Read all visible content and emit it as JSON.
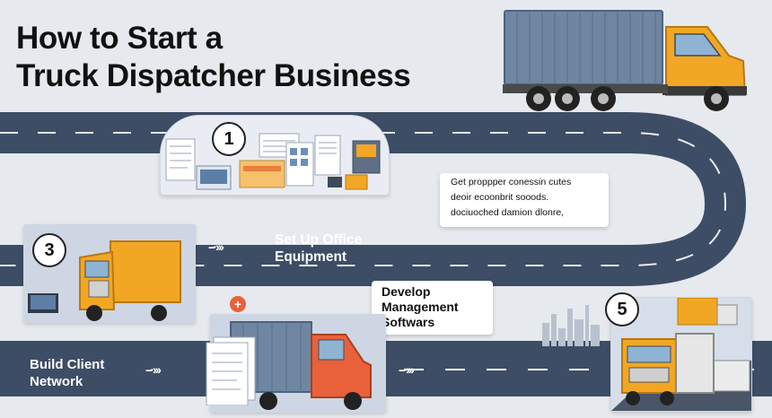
{
  "title": {
    "line1": "How to Start a",
    "line2": "Truck Dispatcher Business"
  },
  "steps": {
    "step1": {
      "number": "1"
    },
    "step3": {
      "number": "3"
    },
    "step5": {
      "number": "5"
    }
  },
  "note_box": {
    "line1": "Get proppper conessin cutes",
    "line2": "deoir ecoonbrit sooods.",
    "line3": "dociuoched damion dlonre,"
  },
  "labels": {
    "office": {
      "line1": "Set Up Office",
      "line2": "Equipment"
    },
    "develop": {
      "line1": "Develop",
      "line2": "Management",
      "line3": "Softwars"
    },
    "client": {
      "line1": "Build Client",
      "line2": "Network"
    }
  },
  "arrows": {
    "arrow_office": "--·›››",
    "arrow_client": "--·›››",
    "arrow_develop": "--·›››"
  },
  "plus_badge": "+",
  "colors": {
    "road": "#3e4d66",
    "lane_dash": "#ffffff",
    "truck_yellow": "#f2a724",
    "truck_orange": "#e8613a",
    "trailer_blue": "#6f86a3",
    "background": "#e6e9ee"
  },
  "icons": {
    "hero_truck": "yellow-box-truck",
    "step1_scene": "office-documents-scene",
    "step3_scene": "yellow-semi-truck-with-laptop",
    "step4_scene": "orange-truck-with-documents",
    "step5_scene": "yellow-truck-highway-scene",
    "city_silhouette": "city-skyline-icon"
  }
}
